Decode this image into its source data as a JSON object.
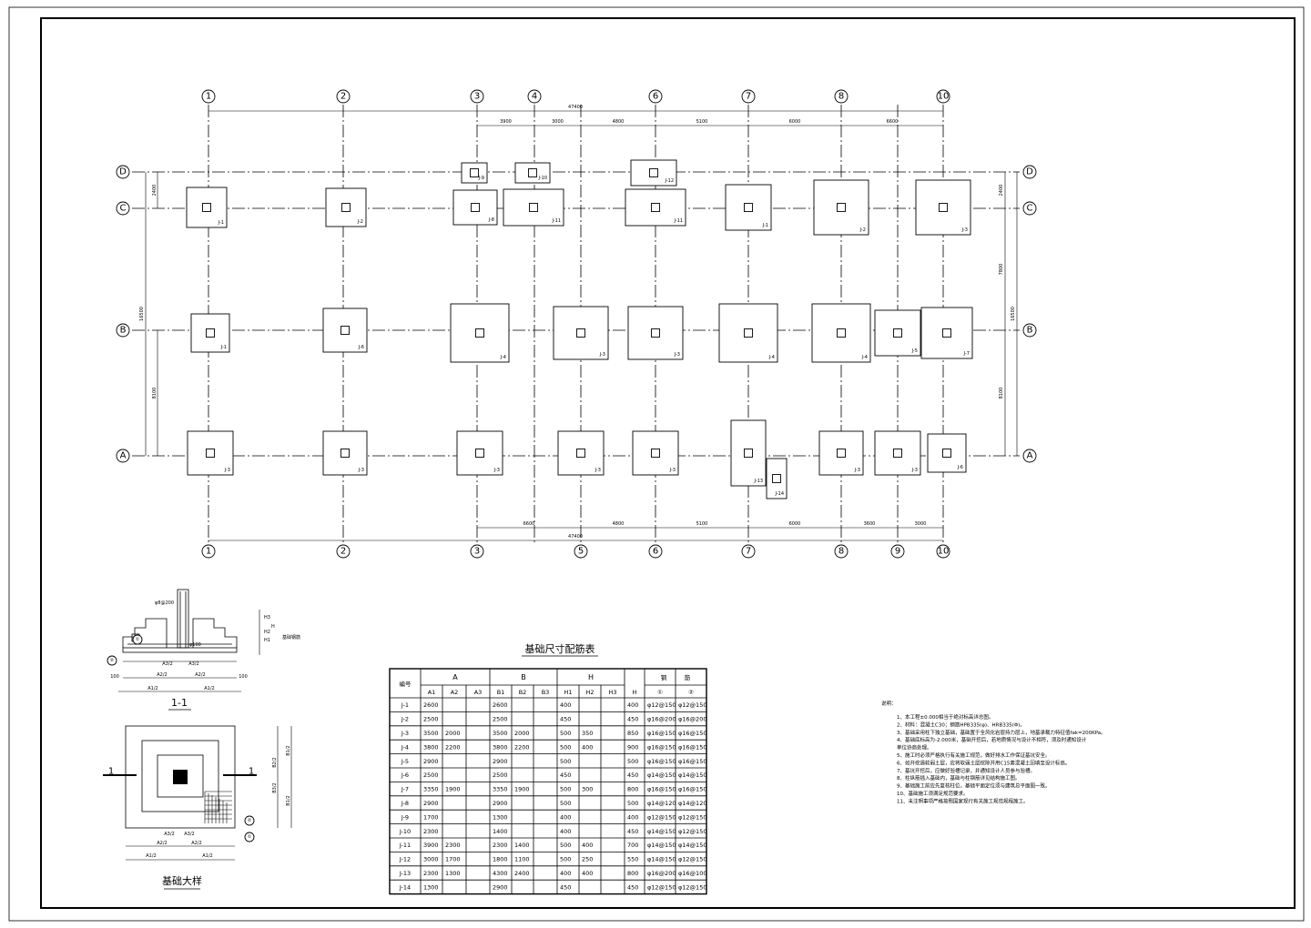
{
  "plan": {
    "axis_x": [
      "1",
      "2",
      "3",
      "4",
      "6",
      "7",
      "8",
      "10"
    ],
    "axis_x_bottom": [
      "1",
      "2",
      "3",
      "5",
      "6",
      "7",
      "8",
      "9",
      "10"
    ],
    "axis_y": [
      "D",
      "C",
      "B",
      "A"
    ],
    "dims_top_total": "47400",
    "dims_top": [
      "3900",
      "3000",
      "4800",
      "5100",
      "6000",
      "6600"
    ],
    "dims_bottom_total": "47400",
    "dims_bottom": [
      "6600",
      "4800",
      "5100",
      "6000",
      "3600",
      "3000"
    ],
    "dims_left": [
      "2400",
      "16500",
      "8100"
    ],
    "dims_right": [
      "2400",
      "7800",
      "16500",
      "8100"
    ],
    "footings": [
      "J-1",
      "J-2",
      "J-9",
      "J-10",
      "J-8",
      "J-11",
      "J-12",
      "J-11",
      "J-1",
      "J-2",
      "J-3",
      "J-1",
      "J-6",
      "J-4",
      "J-3",
      "J-3",
      "J-4",
      "J-4",
      "J-5",
      "J-7",
      "J-3",
      "J-3",
      "J-3",
      "J-3",
      "J-3",
      "J-13",
      "J-14",
      "J-3",
      "J-3",
      "J-6"
    ]
  },
  "section": {
    "title": "1-1",
    "labels": [
      "φ100",
      "100",
      "100",
      "A1/2",
      "A1/2",
      "A2/2",
      "A2/2",
      "A3/2",
      "A3/2",
      "H",
      "H1",
      "H2",
      "H3",
      "基础钢筋",
      "φ8@200",
      "①",
      "②"
    ]
  },
  "detail": {
    "title": "基础大样",
    "section_mark": "1",
    "labels": [
      "A1/2",
      "A1/2",
      "A2/2",
      "A2/2",
      "A3/2",
      "A3/2",
      "B1/2",
      "B2/2",
      "B3/2",
      "①",
      "②"
    ]
  },
  "table": {
    "title": "基础尺寸配筋表",
    "head_row1": [
      "编号",
      "A",
      "B",
      "H",
      "钢",
      "筋"
    ],
    "head_row2": [
      "A1",
      "A2",
      "A3",
      "B1",
      "B2",
      "B3",
      "H1",
      "H2",
      "H3",
      "H",
      "①",
      "②"
    ],
    "rows": [
      [
        "J-1",
        "2600",
        "",
        "",
        "2600",
        "",
        "",
        "400",
        "",
        "",
        "400",
        "φ12@150",
        "φ12@150"
      ],
      [
        "J-2",
        "2500",
        "",
        "",
        "2500",
        "",
        "",
        "450",
        "",
        "",
        "450",
        "φ16@200",
        "φ16@200"
      ],
      [
        "J-3",
        "3500",
        "2000",
        "",
        "3500",
        "2000",
        "",
        "500",
        "350",
        "",
        "850",
        "φ16@150",
        "φ16@150"
      ],
      [
        "J-4",
        "3800",
        "2200",
        "",
        "3800",
        "2200",
        "",
        "500",
        "400",
        "",
        "900",
        "φ16@150",
        "φ16@150"
      ],
      [
        "J-5",
        "2900",
        "",
        "",
        "2900",
        "",
        "",
        "500",
        "",
        "",
        "500",
        "φ16@150",
        "φ16@150"
      ],
      [
        "J-6",
        "2500",
        "",
        "",
        "2500",
        "",
        "",
        "450",
        "",
        "",
        "450",
        "φ14@150",
        "φ14@150"
      ],
      [
        "J-7",
        "3350",
        "1900",
        "",
        "3350",
        "1900",
        "",
        "500",
        "300",
        "",
        "800",
        "φ16@150",
        "φ16@150"
      ],
      [
        "J-8",
        "2900",
        "",
        "",
        "2900",
        "",
        "",
        "500",
        "",
        "",
        "500",
        "φ14@120",
        "φ14@120"
      ],
      [
        "J-9",
        "1700",
        "",
        "",
        "1300",
        "",
        "",
        "400",
        "",
        "",
        "400",
        "φ12@150",
        "φ12@150"
      ],
      [
        "J-10",
        "2300",
        "",
        "",
        "1400",
        "",
        "",
        "400",
        "",
        "",
        "450",
        "φ14@150",
        "φ12@150"
      ],
      [
        "J-11",
        "3900",
        "2300",
        "",
        "2300",
        "1400",
        "",
        "500",
        "400",
        "",
        "700",
        "φ14@150",
        "φ14@150"
      ],
      [
        "J-12",
        "3000",
        "1700",
        "",
        "1800",
        "1100",
        "",
        "500",
        "250",
        "",
        "550",
        "φ14@150",
        "φ12@150"
      ],
      [
        "J-13",
        "2300",
        "1300",
        "",
        "4300",
        "2400",
        "",
        "400",
        "400",
        "",
        "800",
        "φ16@200",
        "φ16@100"
      ],
      [
        "J-14",
        "1300",
        "",
        "",
        "2900",
        "",
        "",
        "450",
        "",
        "",
        "450",
        "φ12@150",
        "φ12@150"
      ]
    ]
  },
  "notes": {
    "heading": "说明：",
    "items": [
      "1、本工程±0.000相当于绝对标高详总图。",
      "2、材料：混凝土C30；钢筋HPB335(φ)、HRB335(Φ)。",
      "3、基础采用柱下独立基础，基础置于全风化岩层持力层上，地基承载力特征值fak=200KPa。",
      "4、基础底标高为-2.000米，基础开挖后，若地质情况与设计不相符，须及时通知设计",
      "   单位协商处理。",
      "5、施工时必须严格执行有关施工规范，做好排水工作保证基坑安全。",
      "6、如开挖遇软弱土层，应将软弱土层挖除并用C15素混凝土回填至设计标高。",
      "7、基坑开挖后，应做好验槽记录，并通知设计人员参与验槽。",
      "8、柱纵筋插入基础内，基础与柱钢筋详见结构施工图。",
      "9、基础施工前应先复核柱位，基础平面定位须与建筑总平面图一致。",
      "10、基础施工须满足规范要求。",
      "11、未注明事项严格按照国家现行有关施工规范规程施工。"
    ]
  }
}
